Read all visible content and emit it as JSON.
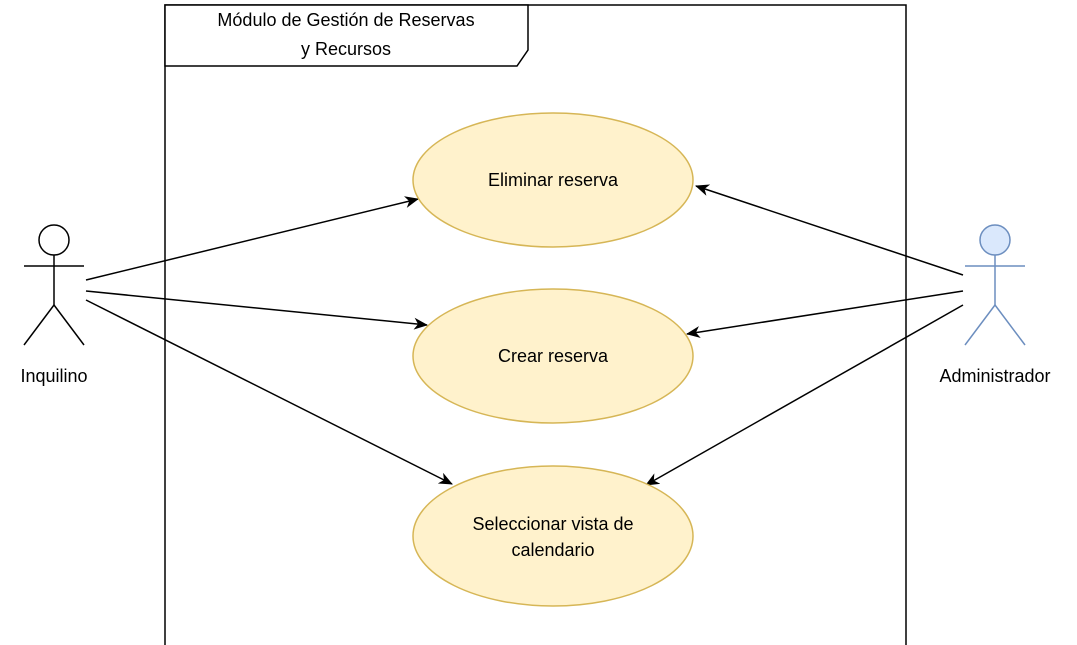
{
  "system_boundary": {
    "title_line1": "Módulo de Gestión de Reservas",
    "title_line2": "y Recursos"
  },
  "actors": {
    "inquilino": {
      "label": "Inquilino",
      "fill": "#ffffff",
      "stroke": "#000000"
    },
    "administrador": {
      "label": "Administrador",
      "fill": "#dae8fc",
      "stroke": "#6c8ebf"
    }
  },
  "use_cases": {
    "eliminar": {
      "label": "Eliminar reserva"
    },
    "crear": {
      "label": "Crear reserva"
    },
    "seleccionar": {
      "line1": "Seleccionar vista de",
      "line2": "calendario"
    }
  },
  "colors": {
    "use_case_fill": "#fff2cc",
    "use_case_stroke": "#d6b656",
    "line": "#000000"
  }
}
